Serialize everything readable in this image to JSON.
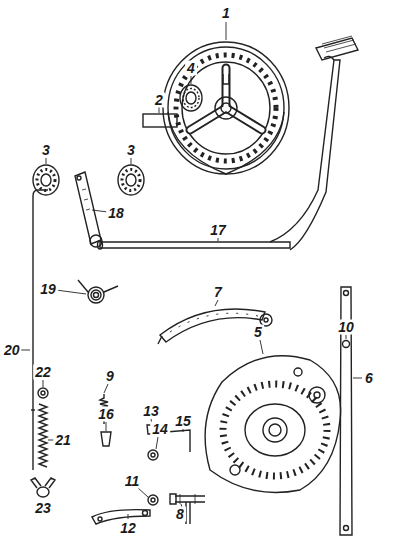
{
  "diagram": {
    "labels": [
      "1",
      "4",
      "2",
      "3",
      "3",
      "18",
      "17",
      "7",
      "19",
      "10",
      "5",
      "20",
      "6",
      "9",
      "22",
      "13",
      "16",
      "15",
      "14",
      "21",
      "23",
      "11",
      "8",
      "12"
    ]
  }
}
